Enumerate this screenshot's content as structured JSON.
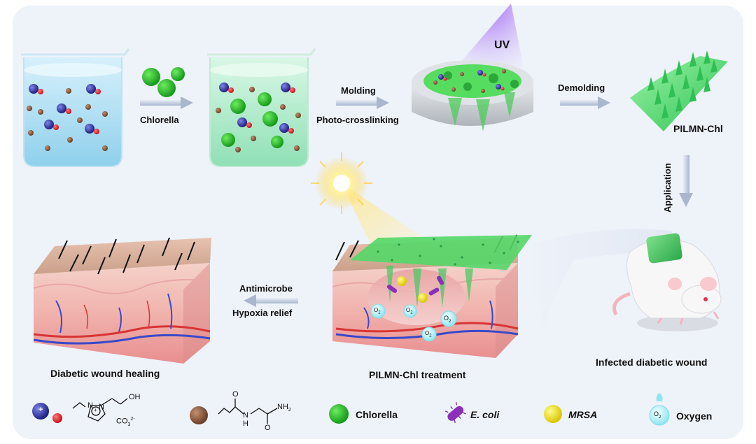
{
  "steps": {
    "chlorella": "Chlorella",
    "molding": "Molding",
    "photo_crosslinking": "Photo-crosslinking",
    "uv": "UV",
    "demolding": "Demolding",
    "product": "PILMN-Chl",
    "application": "Application",
    "infected_wound": "Infected  diabetic wound",
    "treatment": "PILMN-Chl treatment",
    "antimicrobe": "Antimicrobe",
    "hypoxia_relief": "Hypoxia relief",
    "healing": "Diabetic wound healing"
  },
  "oxygen_bubble": "O",
  "oxygen_sub": "2",
  "legend": {
    "ionic_liquid": {
      "oh": "OH",
      "n_plus": "N",
      "n": "N",
      "plus": "+",
      "co3": "CO",
      "co3_sub": "3",
      "co3_sup": "2-"
    },
    "acrylamide": {
      "nh2": "NH",
      "nh2_sub": "2",
      "nh": "N",
      "h": "H",
      "o1": "O",
      "o2": "O"
    },
    "chlorella": "Chlorella",
    "ecoli": "E. coli",
    "mrsa": "MRSA",
    "oxygen": "Oxygen"
  },
  "colors": {
    "chlorella_green": "#27c42a",
    "cation_blue": "#2a2fa0",
    "anion_red": "#e0202a",
    "monomer_brown": "#8b5a3c",
    "mrsa_yellow": "#f3ea10",
    "ecoli_purple": "#8a2fb8",
    "oxygen_cyan": "#7fe3ee",
    "arrow_gray": "#b8c3d6"
  }
}
